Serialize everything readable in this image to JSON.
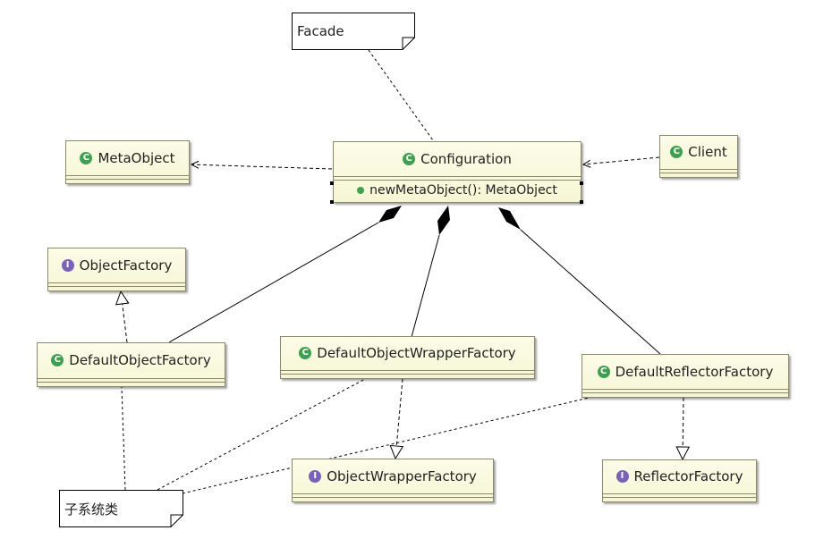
{
  "notes": {
    "facade": "Facade",
    "subsystem": "子系统类"
  },
  "classes": {
    "meta_object": {
      "name": "MetaObject",
      "kind": "class"
    },
    "configuration": {
      "name": "Configuration",
      "kind": "class",
      "method": "newMetaObject(): MetaObject"
    },
    "client": {
      "name": "Client",
      "kind": "class"
    },
    "object_factory": {
      "name": "ObjectFactory",
      "kind": "interface"
    },
    "default_object_factory": {
      "name": "DefaultObjectFactory",
      "kind": "class"
    },
    "default_object_wrapper_factory": {
      "name": "DefaultObjectWrapperFactory",
      "kind": "class"
    },
    "default_reflector_factory": {
      "name": "DefaultReflectorFactory",
      "kind": "class"
    },
    "object_wrapper_factory": {
      "name": "ObjectWrapperFactory",
      "kind": "interface"
    },
    "reflector_factory": {
      "name": "ReflectorFactory",
      "kind": "interface"
    }
  },
  "badges": {
    "class": "C",
    "interface": "I"
  },
  "colors": {
    "class_fill": "#f8f8dc",
    "border": "#8a8a6a",
    "class_badge": "#3f9f50",
    "interface_badge": "#7a62b8"
  }
}
